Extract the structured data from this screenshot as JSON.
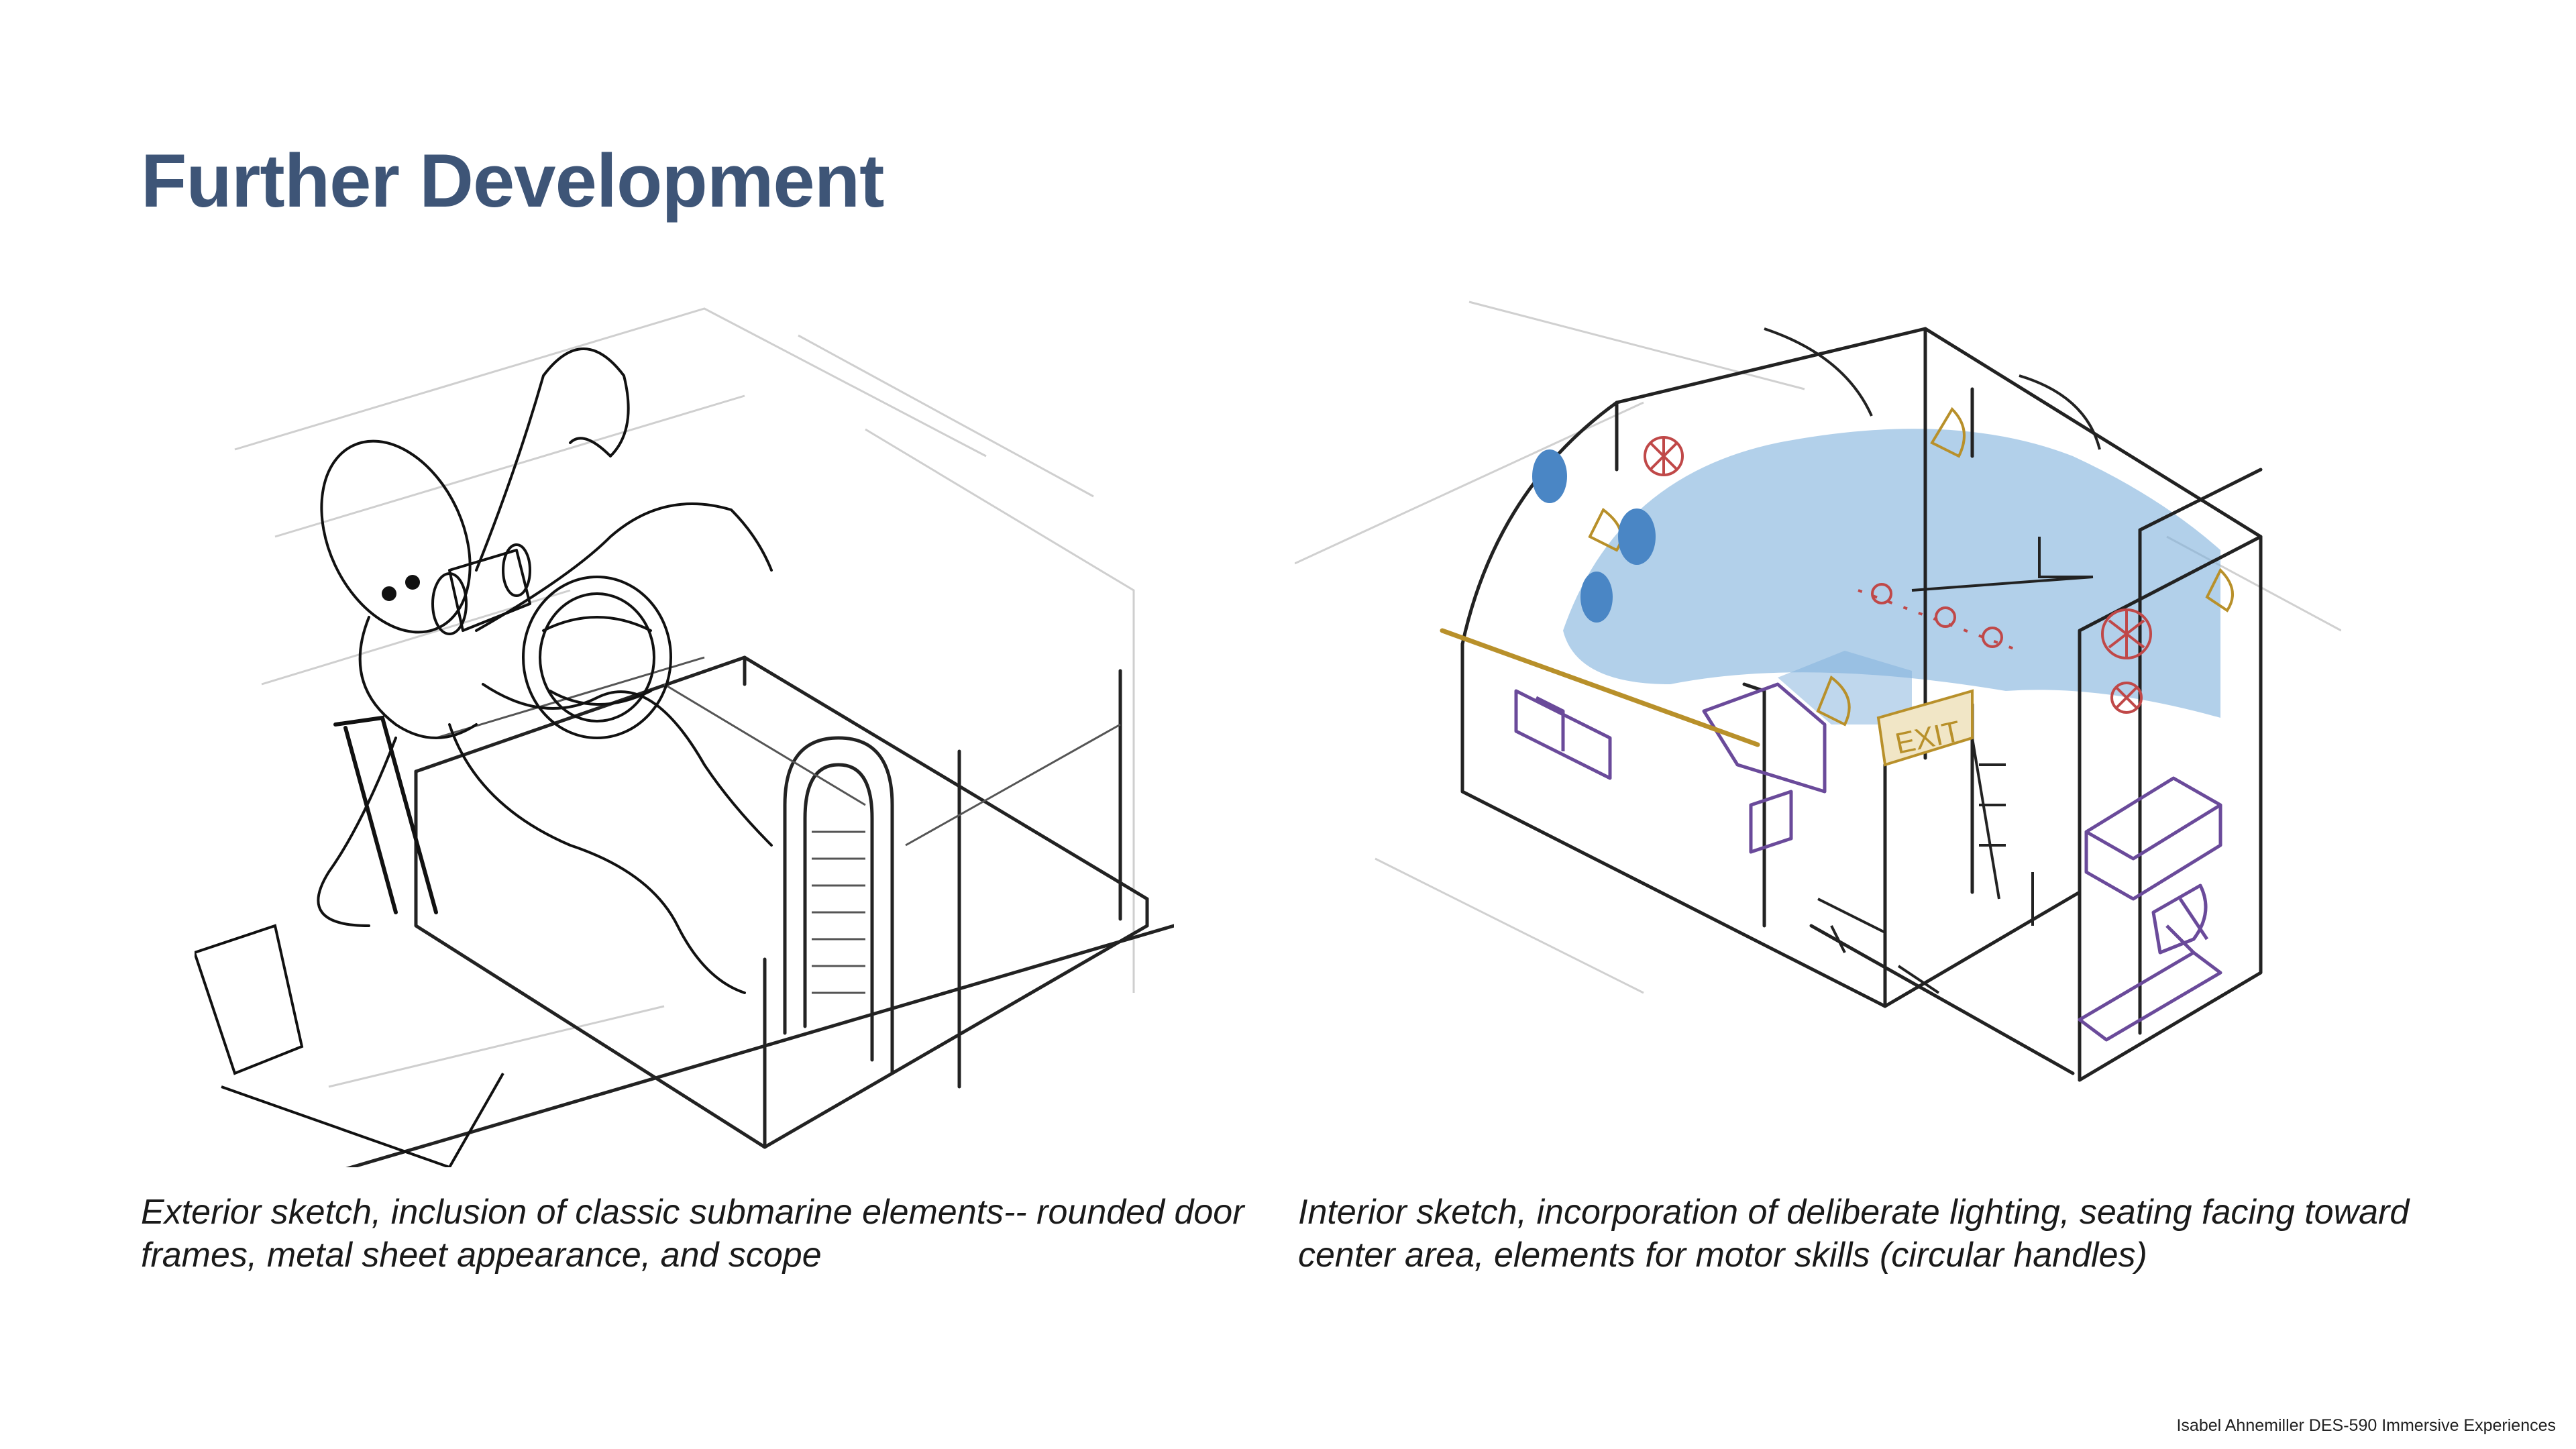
{
  "slide": {
    "title": "Further Development",
    "footer": "Isabel Ahnemiller DES-590 Immersive Experiences"
  },
  "exterior": {
    "caption": "Exterior sketch, inclusion of classic submarine elements-- rounded door frames, metal sheet appearance, and scope"
  },
  "interior": {
    "caption": "Interior sketch, incorporation of deliberate lighting, seating facing toward center area, elements for motor skills (circular handles)",
    "exit_sign": "EXIT"
  },
  "colors": {
    "title": "#3e5577",
    "water": "#7fb0dc",
    "porthole": "#4a86c5",
    "handle": "#c04848",
    "light": "#b8902a",
    "seating": "#6a4a9a"
  }
}
